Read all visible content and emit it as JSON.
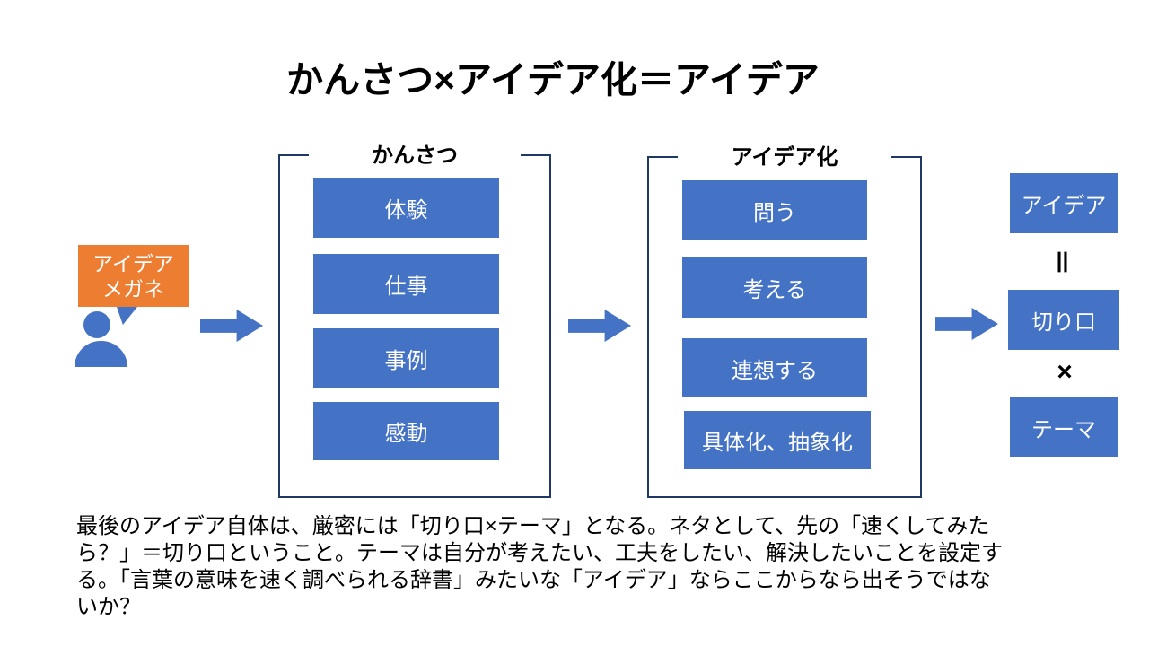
{
  "title": "かんさつ×アイデア化＝アイデア",
  "bubble": {
    "line1": "アイデア",
    "line2": "メガネ"
  },
  "groups": [
    {
      "label": "かんさつ",
      "items": [
        "体験",
        "仕事",
        "事例",
        "感動"
      ]
    },
    {
      "label": "アイデア化",
      "items": [
        "問う",
        "考える",
        "連想する",
        "具体化、抽象化"
      ]
    }
  ],
  "result": {
    "idea": "アイデア",
    "equals": "＝",
    "kirikuchi": "切り口",
    "times": "×",
    "theme": "テーマ"
  },
  "note_lines": [
    "最後のアイデア自体は、厳密には「切り口×テーマ」となる。ネタとして、先の「速くしてみた",
    "ら？」＝切り口ということ。テーマは自分が考えたい、工夫をしたい、解決したいことを設定す",
    "る。「言葉の意味を速く調べられる辞書」みたいな「アイデア」ならここからなら出そうではな",
    "いか？"
  ],
  "colors": {
    "blue": "#4472C4",
    "orange": "#ED7D31",
    "navy": "#1F3864",
    "text": "#000000"
  }
}
